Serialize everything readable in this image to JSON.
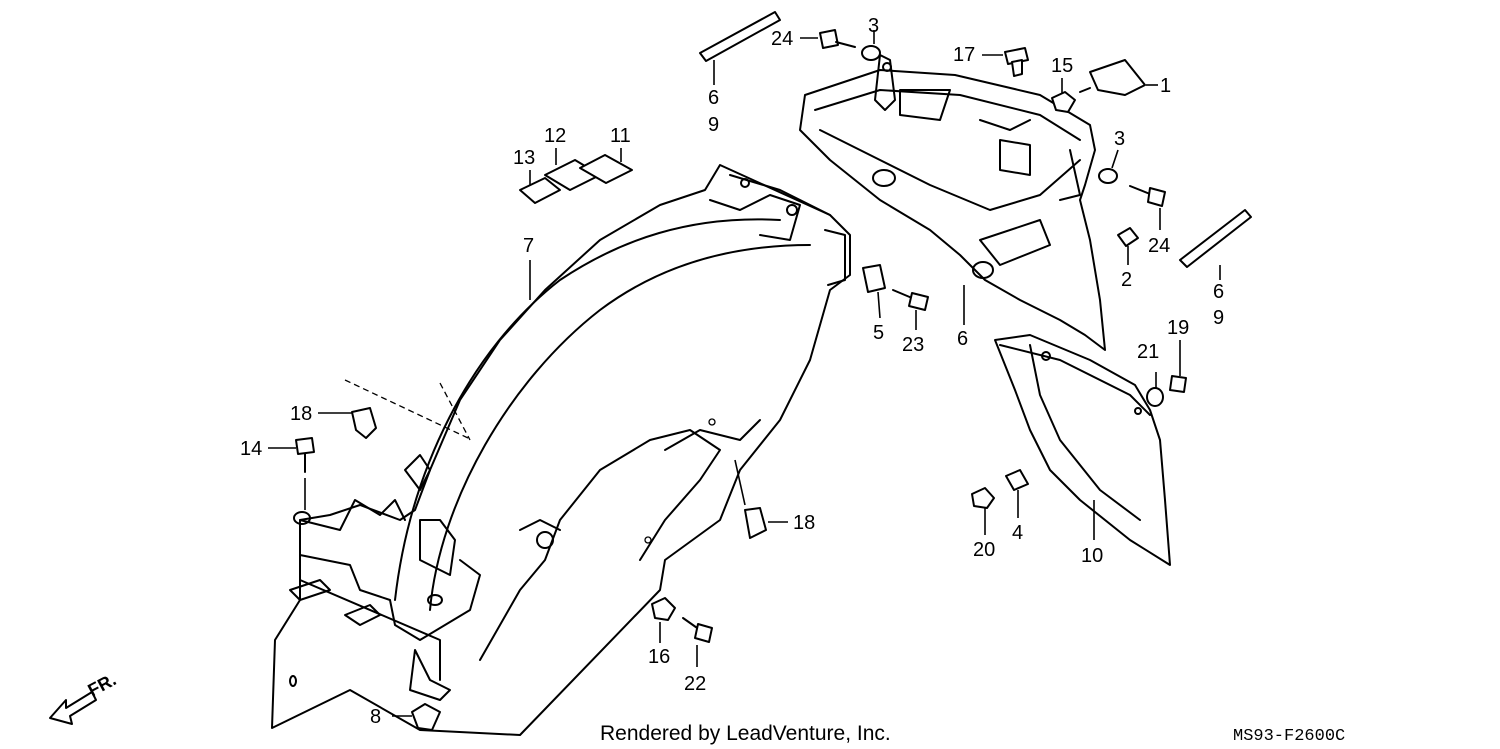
{
  "callouts": {
    "c1": "1",
    "c2": "2",
    "c3a": "3",
    "c3b": "3",
    "c4": "4",
    "c5": "5",
    "c6a": "6",
    "c9a": "9",
    "c6b": "6",
    "c6c": "6",
    "c9c": "9",
    "c7": "7",
    "c8": "8",
    "c10": "10",
    "c11": "11",
    "c12": "12",
    "c13": "13",
    "c14": "14",
    "c15": "15",
    "c16": "16",
    "c17": "17",
    "c18a": "18",
    "c18b": "18",
    "c19": "19",
    "c20": "20",
    "c21": "21",
    "c22": "22",
    "c23": "23",
    "c24a": "24",
    "c24b": "24"
  },
  "direction_label": "FR.",
  "footer": {
    "credit": "Rendered by LeadVenture, Inc.",
    "diagram_code": "MS93-F2600C"
  }
}
